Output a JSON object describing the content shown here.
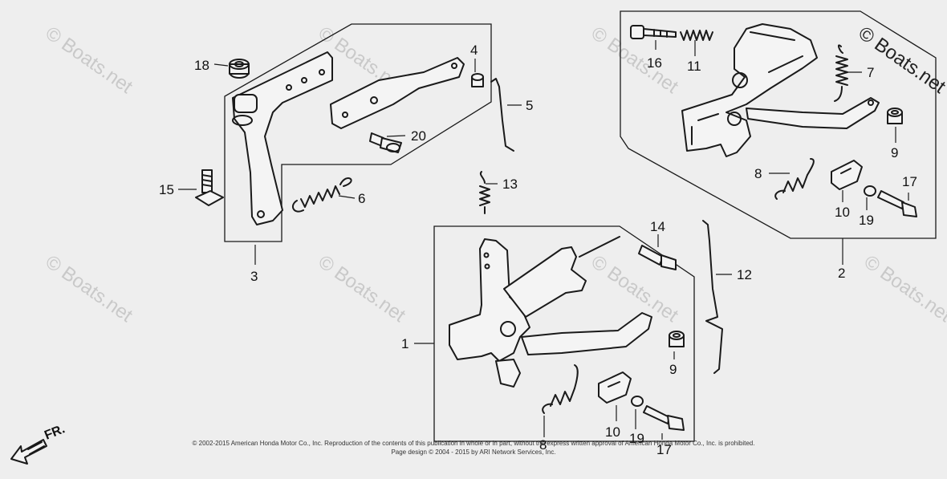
{
  "callouts": {
    "c1": "1",
    "c2": "2",
    "c3": "3",
    "c4": "4",
    "c5": "5",
    "c6": "6",
    "c7": "7",
    "c8a": "8",
    "c8b": "8",
    "c9a": "9",
    "c9b": "9",
    "c10a": "10",
    "c10b": "10",
    "c11": "11",
    "c12": "12",
    "c13": "13",
    "c14": "14",
    "c15": "15",
    "c16": "16",
    "c17a": "17",
    "c17b": "17",
    "c18": "18",
    "c19a": "19",
    "c19b": "19",
    "c20": "20"
  },
  "watermark": "© Boats.net",
  "direction_label": "FR.",
  "copyright": {
    "line1": "© 2002-2015 American Honda Motor Co., Inc. Reproduction of the contents of this publication in whole or in part, without the express written approval of American Honda Motor Co., Inc. is prohibited.",
    "line2": "Page design © 2004 - 2015 by ARI Network Services, Inc."
  }
}
